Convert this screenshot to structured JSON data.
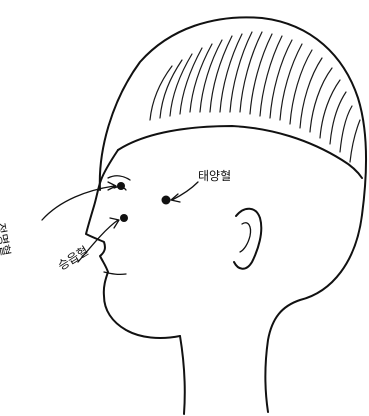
{
  "figure": {
    "labels": {
      "taeyang": "태양혈",
      "jeongmyeong": "정명혈",
      "seungeup": "승읍혈"
    }
  }
}
